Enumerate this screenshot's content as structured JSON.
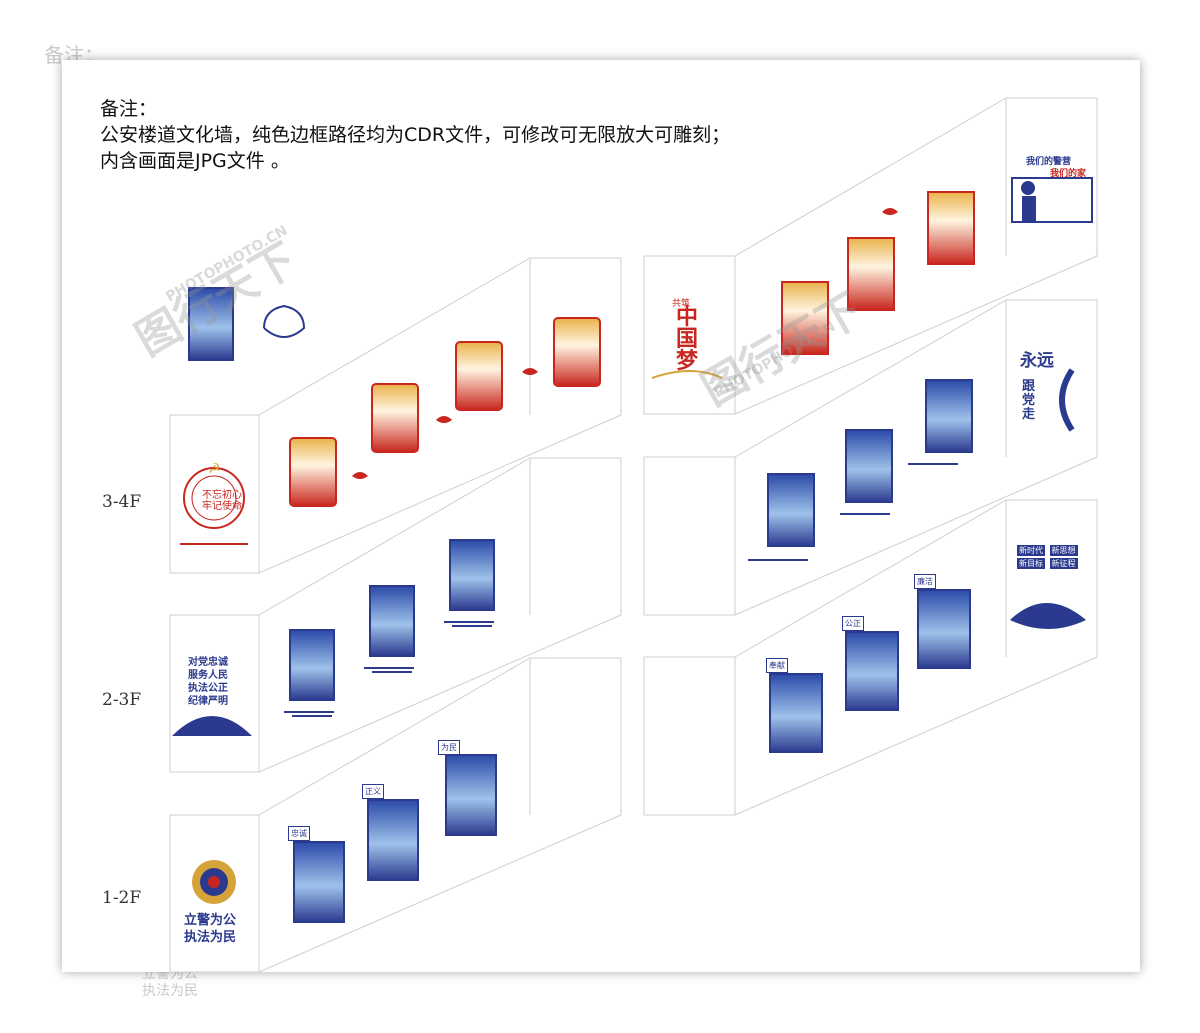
{
  "note": {
    "line1": "备注：",
    "line2": "公安楼道文化墙，纯色边框路径均为CDR文件，可修改可无限放大可雕刻；",
    "line3": "内含画面是JPG文件 。"
  },
  "floors": {
    "f34": "3-4F",
    "f23": "2-3F",
    "f12": "1-2F"
  },
  "panels": {
    "police_motto_1": "立警为公",
    "police_motto_2": "执法为民",
    "values_rows": [
      "对党忠诚",
      "服务人民",
      "执法公正",
      "纪律严明"
    ],
    "party_slogan": "不忘初心 牢记使命",
    "china_dream_top": "共筑",
    "china_dream": "中国梦",
    "follow_party_1": "永远",
    "follow_party_2": "跟党走",
    "our_home_1": "我们的警营",
    "our_home_2": "我们的家",
    "new_era": [
      "新时代",
      "新思想",
      "新目标",
      "新征程"
    ],
    "tags_left": [
      "忠诚",
      "正义",
      "为民"
    ],
    "tags_right": [
      "奉献",
      "公正",
      "廉洁"
    ]
  },
  "watermark": {
    "brand": "图行天下",
    "site": "PHOTOPHOTO.CN"
  },
  "colors": {
    "navy": "#2b3a8f",
    "red": "#c8261e",
    "gold": "#d6a23a"
  }
}
